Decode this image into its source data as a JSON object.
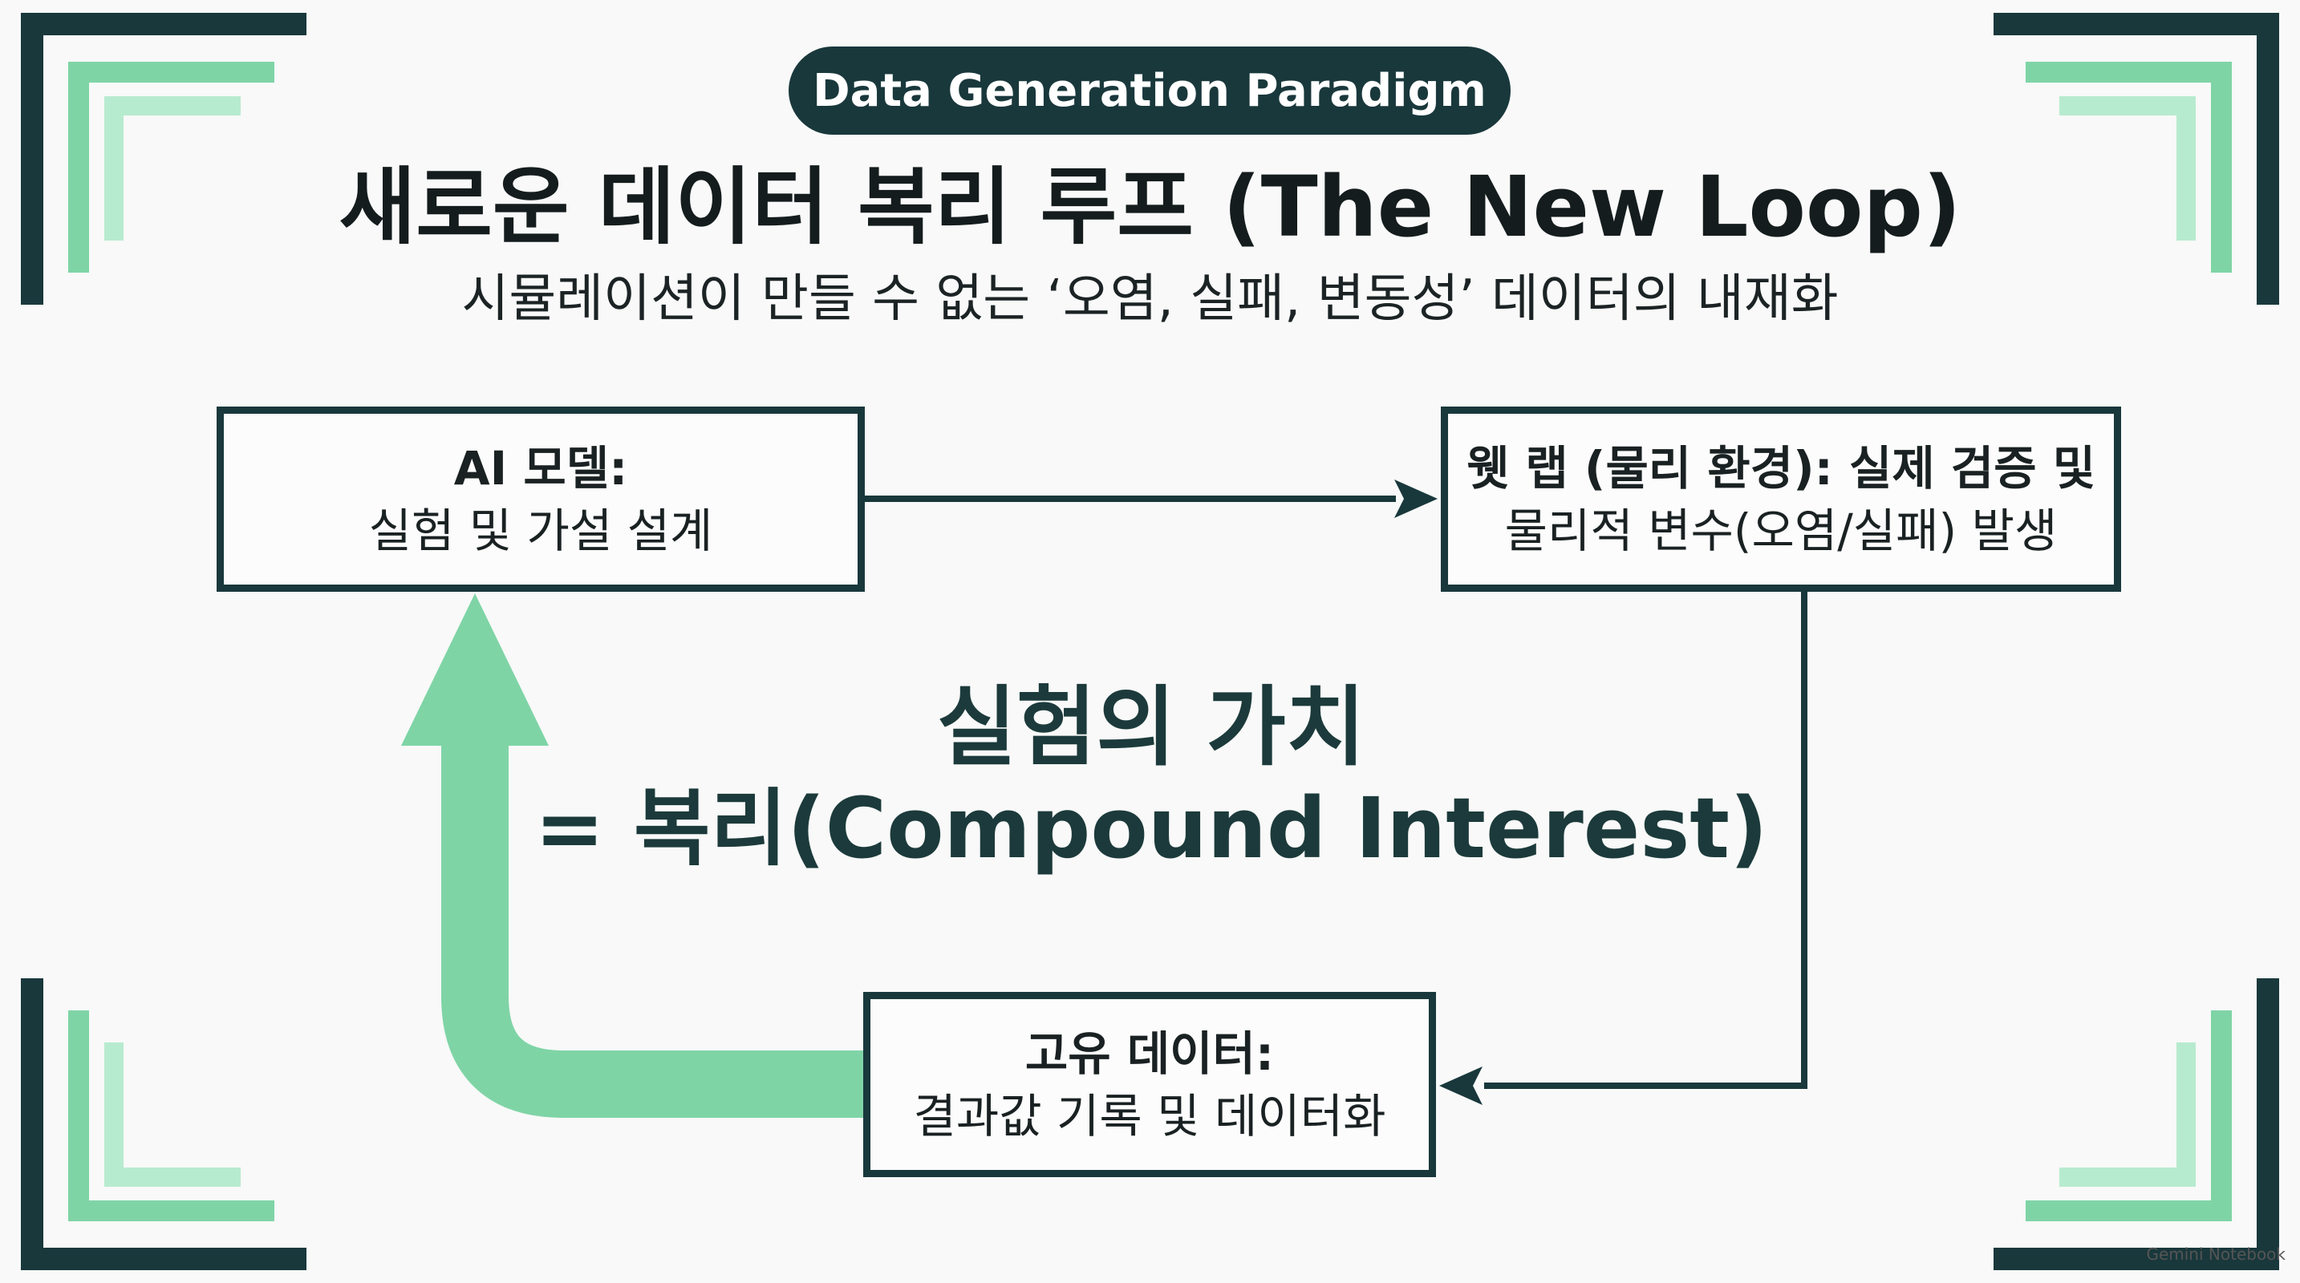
{
  "badge": "Data Generation Paradigm",
  "title": "새로운 데이터 복리 루프 (The New Loop)",
  "subtitle": "시뮬레이션이 만들 수 없는 ‘오염, 실패, 변동성’ 데이터의 내재화",
  "nodes": {
    "ai_model": {
      "line1": "AI 모델:",
      "line2": "실험 및 가설 설계"
    },
    "wet_lab": {
      "line1": "웻 랩 (물리 환경): 실제 검증 및",
      "line2": "물리적 변수(오염/실패) 발생"
    },
    "proprietary_data": {
      "line1": "고유 데이터:",
      "line2": "결과값 기록 및 데이터화"
    }
  },
  "center": {
    "line1": "실험의 가치",
    "line2": "= 복리(Compound Interest)"
  },
  "watermark": "Gemini Notebook",
  "colors": {
    "dark_teal": "#19383c",
    "mint_green": "#7fd4a6",
    "pale_mint": "#b7ebcf",
    "background": "#f8f9f8"
  }
}
